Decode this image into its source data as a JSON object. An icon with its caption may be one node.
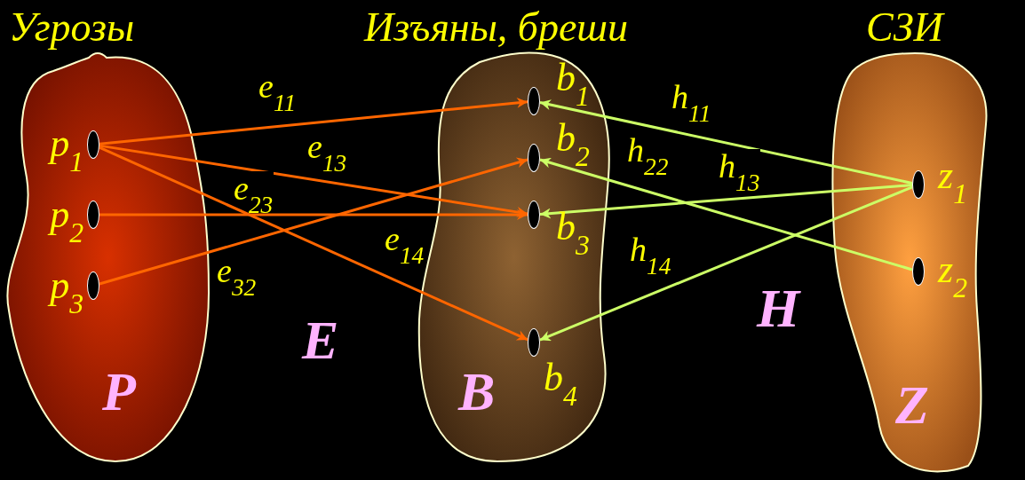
{
  "diagram": {
    "nodes": [
      {
        "text": [
          "Угрозы",
          "P"
        ]
      },
      {
        "text": [],
        "shape": "circle",
        "beside": [
          "p$_{1}$"
        ],
        "in": 0
      },
      {
        "text": [],
        "shape": "circle",
        "beside": [
          "p$_{2}$"
        ],
        "in": 0
      },
      {
        "text": [],
        "shape": "circle",
        "beside": [
          "p$_{3}$"
        ],
        "in": 0
      },
      {
        "text": [
          "Изъяны, бреши",
          "B"
        ]
      },
      {
        "text": [],
        "shape": "circle",
        "beside": [
          "b$_{1}$"
        ],
        "in": 4
      },
      {
        "text": [],
        "shape": "circle",
        "beside": [
          "b$_{2}$"
        ],
        "in": 4
      },
      {
        "text": [],
        "shape": "circle",
        "beside": [
          "b$_{3}$"
        ],
        "in": 4
      },
      {
        "text": [],
        "shape": "circle",
        "beside": [
          "b$_{4}$"
        ],
        "in": 4
      },
      {
        "text": [
          "СЗИ",
          "Z"
        ]
      },
      {
        "text": [],
        "shape": "circle",
        "beside": [
          "z$_{1}$"
        ],
        "in": 9
      },
      {
        "text": [],
        "shape": "circle",
        "beside": [
          "z$_{2}$"
        ],
        "in": 9
      }
    ],
    "edges": [
      {
        "from": 1,
        "to": 5,
        "arrow": "to",
        "label": "e$_{11}$"
      },
      {
        "from": 1,
        "to": 7,
        "arrow": "to",
        "label": "e$_{13}$"
      },
      {
        "from": 2,
        "to": 7,
        "arrow": "to",
        "label": "e$_{23}$"
      },
      {
        "from": 3,
        "to": 6,
        "arrow": "to",
        "label": "e$_{32}$"
      },
      {
        "from": 1,
        "to": 8,
        "arrow": "to",
        "label": "e$_{14}$"
      },
      {
        "from": 10,
        "to": 5,
        "arrow": "to",
        "label": "h$_{11}$",
        "color": "#ccff66"
      },
      {
        "from": 11,
        "to": 6,
        "arrow": "to",
        "label": "h$_{22}$",
        "color": "#ccff66"
      },
      {
        "from": 10,
        "to": 7,
        "arrow": "to",
        "label": "h$_{13}$",
        "color": "#ccff66"
      },
      {
        "from": 10,
        "to": 8,
        "arrow": "to",
        "label": "h$_{14}$",
        "color": "#ccff66"
      }
    ],
    "labels": [
      "E",
      "H"
    ]
  }
}
